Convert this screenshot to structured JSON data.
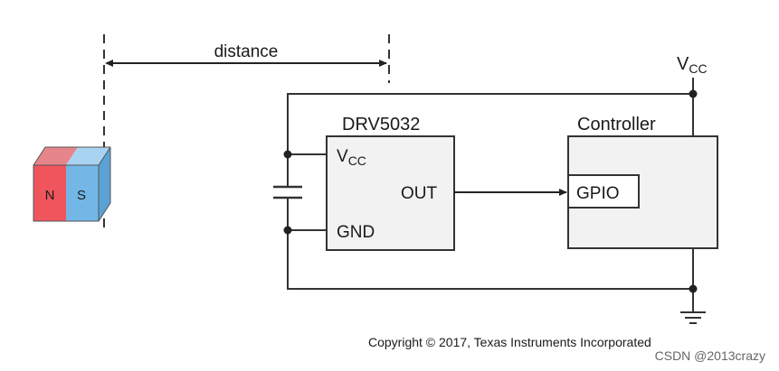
{
  "measurement": {
    "label": "distance"
  },
  "magnet": {
    "north_label": "N",
    "south_label": "S",
    "north_color": "#f0555e",
    "south_color": "#72b7e6",
    "north_side_color": "#e6868a",
    "south_side_color": "#a9d4f1"
  },
  "supply": {
    "label_main": "V",
    "label_sub": "CC"
  },
  "sensor": {
    "name": "DRV5032",
    "pin_vcc_main": "V",
    "pin_vcc_sub": "CC",
    "pin_gnd": "GND",
    "pin_out": "OUT"
  },
  "controller": {
    "name": "Controller",
    "pin_gpio": "GPIO"
  },
  "capacitor": {
    "icon": "capacitor-icon"
  },
  "ground": {
    "icon": "ground-icon"
  },
  "copyright": "Copyright © 2017, Texas Instruments Incorporated",
  "watermark": "CSDN @2013crazy",
  "colors": {
    "wire": "#333333",
    "box_fill": "#f2f2f2",
    "box_stroke": "#333333"
  }
}
